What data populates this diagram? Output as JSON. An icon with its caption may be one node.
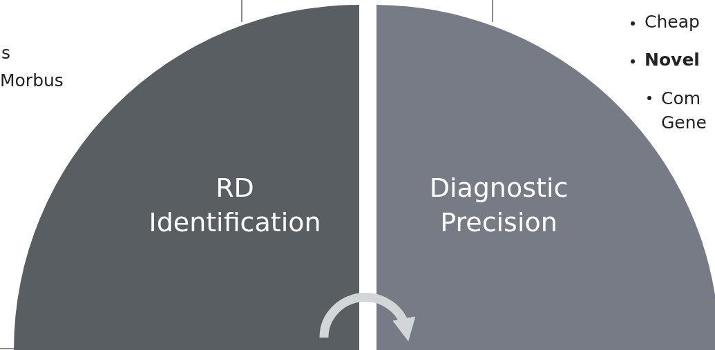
{
  "diagram": {
    "nodes": [
      {
        "text": [
          "RD Identification"
        ]
      },
      {
        "text": [
          "Diagnostic Precision"
        ]
      }
    ],
    "edges": [
      {
        "from": 0,
        "to": 1,
        "arrow": "to"
      }
    ],
    "labels": [
      "s",
      "Morbus",
      "Cheap",
      "**Novel**",
      "Com Gene"
    ]
  }
}
